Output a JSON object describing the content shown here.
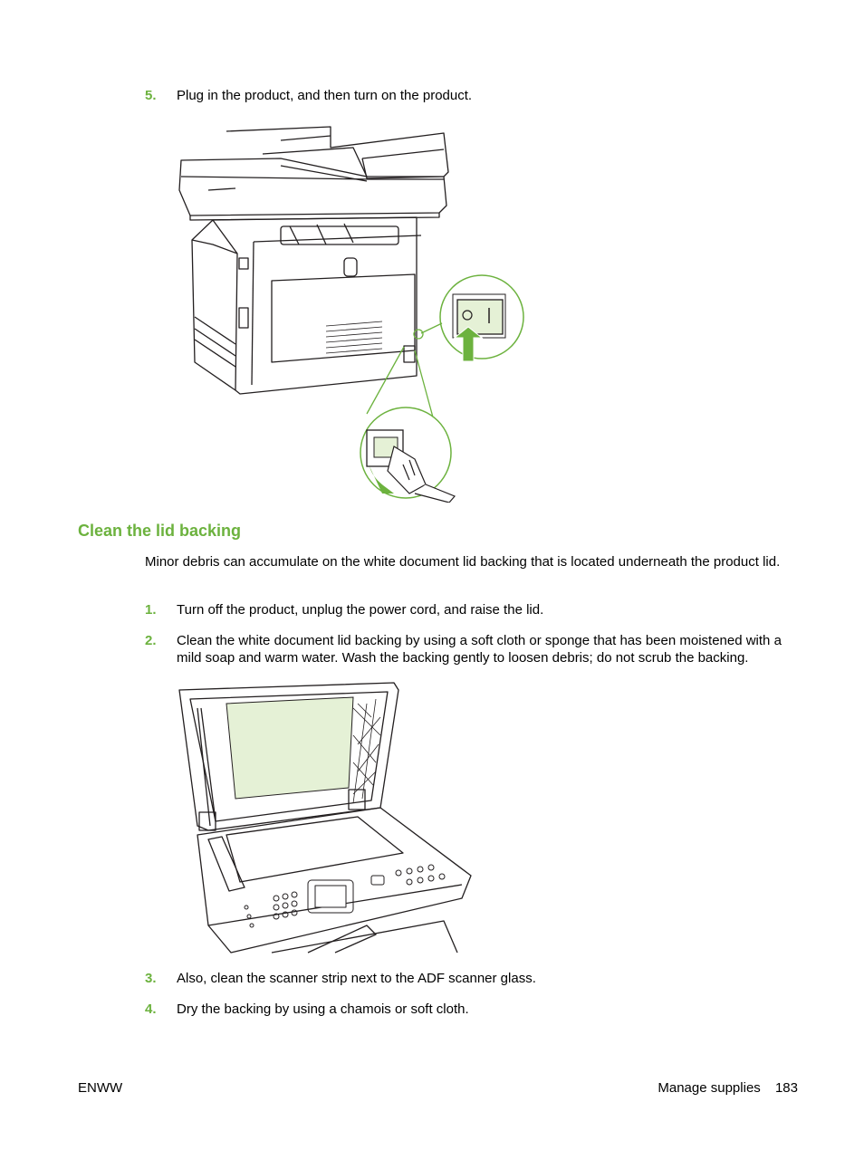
{
  "colors": {
    "accent": "#6cb23e",
    "highlight_fill": "#e5f1d6"
  },
  "steps_top": [
    {
      "num": "5.",
      "text": "Plug in the product, and then turn on the product."
    }
  ],
  "section": {
    "heading": "Clean the lid backing",
    "intro": "Minor debris can accumulate on the white document lid backing that is located underneath the product lid.",
    "steps": [
      {
        "num": "1.",
        "text": "Turn off the product, unplug the power cord, and raise the lid."
      },
      {
        "num": "2.",
        "text": "Clean the white document lid backing by using a soft cloth or sponge that has been moistened with a mild soap and warm water. Wash the backing gently to loosen debris; do not scrub the backing."
      },
      {
        "num": "3.",
        "text": "Also, clean the scanner strip next to the ADF scanner glass."
      },
      {
        "num": "4.",
        "text": "Dry the backing by using a chamois or soft cloth."
      }
    ]
  },
  "footer": {
    "left": "ENWW",
    "section": "Manage supplies",
    "page": "183"
  },
  "illustrations": {
    "power": {
      "icons": [
        "printer-rear-view",
        "power-switch-icon",
        "power-cord-plug-icon",
        "arrow-up-icon"
      ]
    },
    "lid": {
      "icons": [
        "scanner-open-lid",
        "lid-backing-highlight",
        "control-panel"
      ]
    }
  }
}
